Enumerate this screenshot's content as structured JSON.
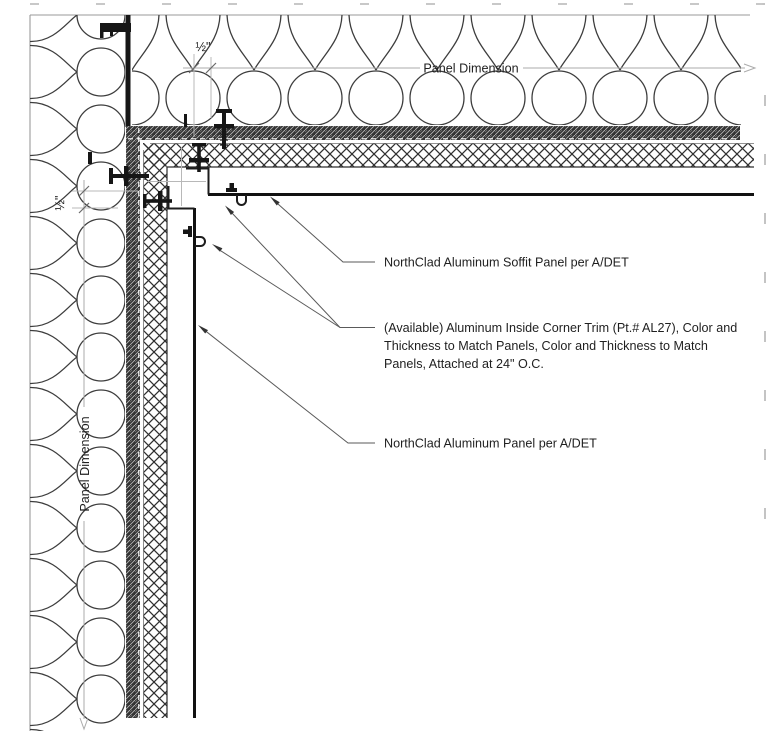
{
  "drawing": {
    "type": "architectural-corner-detail",
    "dimensions": {
      "soffit_reveal": "½\"",
      "wall_reveal": "½\"",
      "panel_dimension_horizontal": "Panel Dimension",
      "panel_dimension_vertical": "Panel Dimension"
    },
    "callouts": {
      "soffit_panel": "NorthClad Aluminum Soffit Panel per A/DET",
      "corner_trim": [
        "(Available) Aluminum Inside Corner Trim (Pt.# AL27), Color and",
        "Thickness to Match Panels, Color and Thickness to Match",
        "Panels, Attached at 24\" O.C."
      ],
      "wall_panel": "NorthClad Aluminum Panel per A/DET"
    },
    "materials": {
      "batt_insulation": "batt-insulation-symbol",
      "sheathing": "dense-stipple-band",
      "rigid_insulation": "crosshatch-band",
      "panel": "aluminum-panel-line"
    },
    "colors": {
      "background": "#ffffff",
      "line_dark": "#1d1d1d",
      "line_medium": "#2c2c2c",
      "guide_gray": "#9a9a9a",
      "leader_gray": "#5a5a5a",
      "text": "#1f1f1f"
    }
  }
}
